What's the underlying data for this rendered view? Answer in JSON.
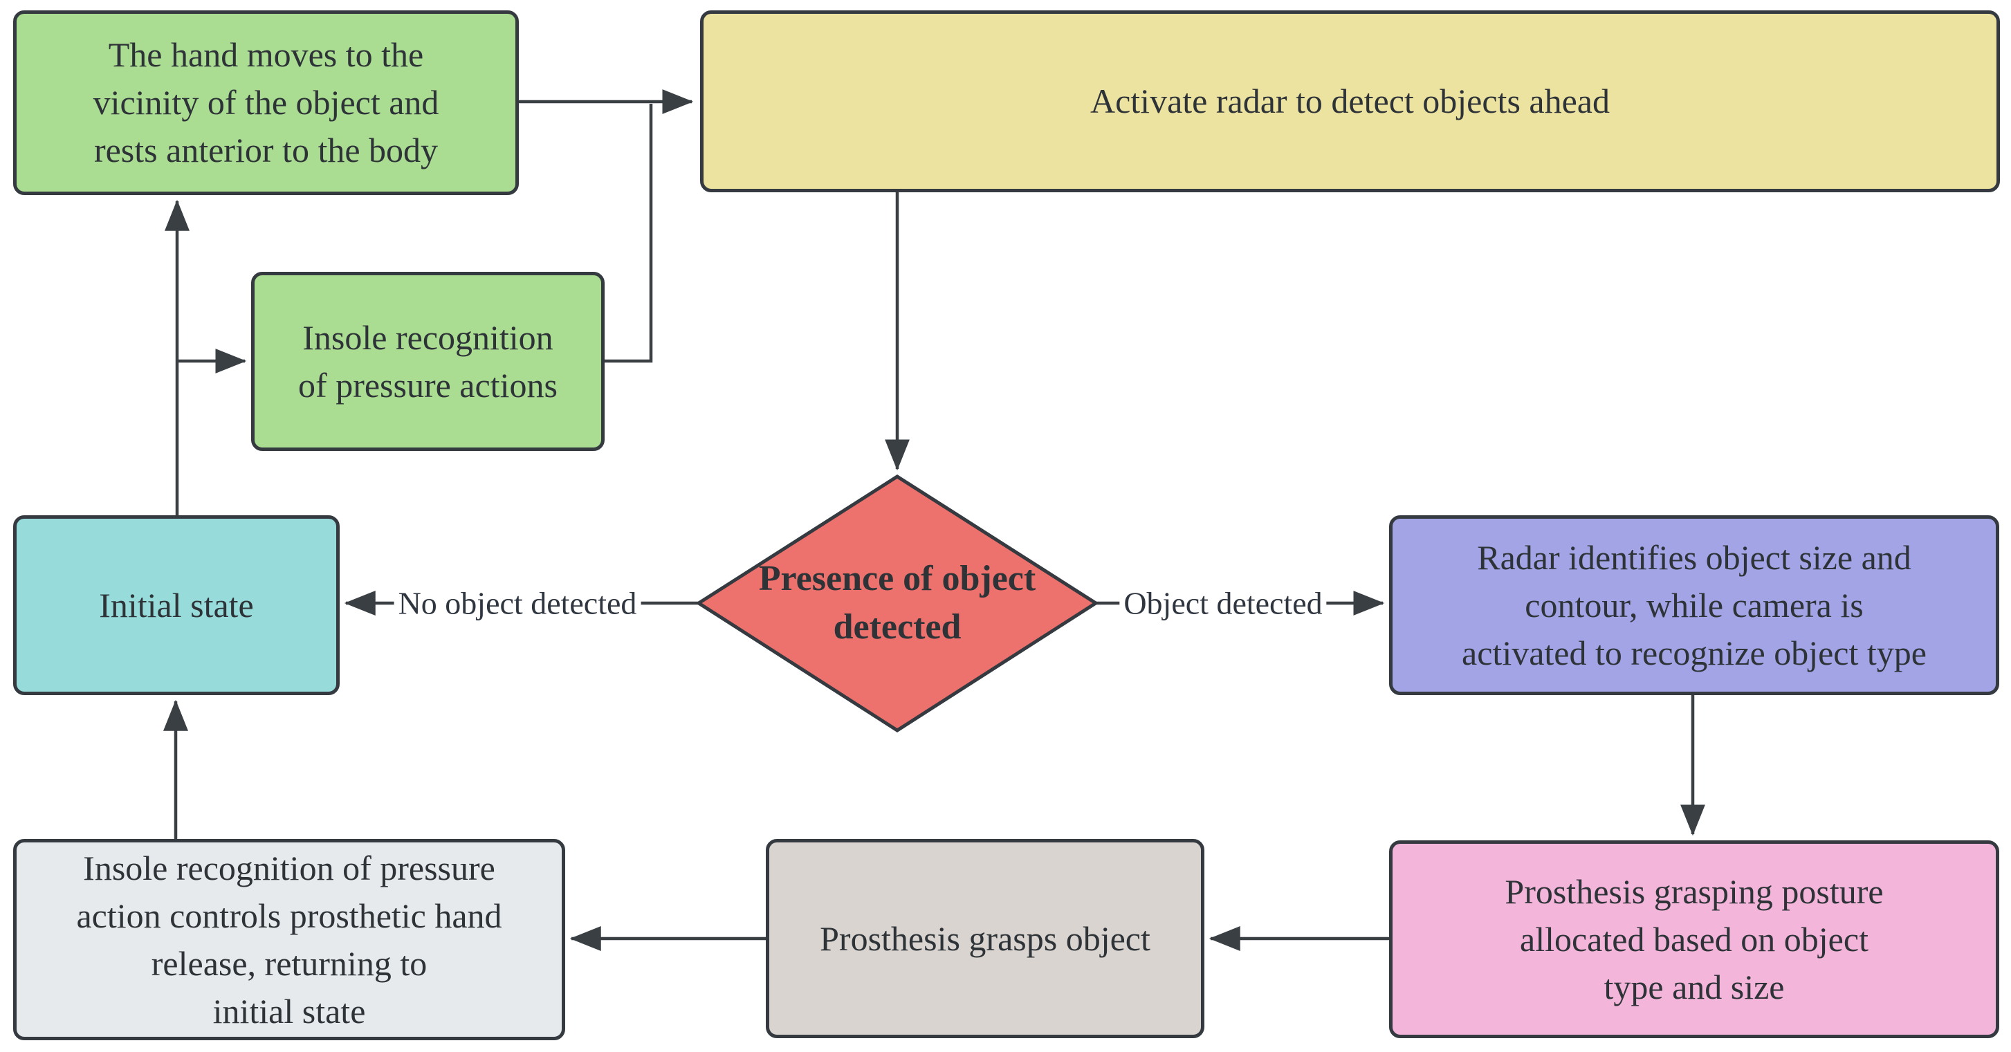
{
  "title": "Prosthetic hand radar grasping control flowchart",
  "nodes": {
    "hand": {
      "label": "The hand moves to the\nvicinity of the object and\nrests anterior to the body",
      "shape": "rounded-rect",
      "fill": "#aadc92"
    },
    "radar": {
      "label": "Activate radar to detect objects ahead",
      "shape": "rounded-rect",
      "fill": "#ede3a1"
    },
    "insole": {
      "label": "Insole recognition\nof pressure actions",
      "shape": "rounded-rect",
      "fill": "#aadc92"
    },
    "initial": {
      "label": "Initial state",
      "shape": "rounded-rect",
      "fill": "#97dcdb"
    },
    "presence": {
      "label": "Presence of\nobject detected",
      "shape": "diamond",
      "fill": "#ed716c",
      "bold": true
    },
    "radar_id": {
      "label": "Radar identifies object size and\ncontour, while camera is\nactivated to recognize object type",
      "shape": "rounded-rect",
      "fill": "#a2a4e6"
    },
    "posture": {
      "label": "Prosthesis grasping posture\nallocated based on object\ntype and size",
      "shape": "rounded-rect",
      "fill": "#f4b5da"
    },
    "grasp": {
      "label": "Prosthesis grasps object",
      "shape": "rounded-rect",
      "fill": "#d9d4cf"
    },
    "release": {
      "label": "Insole recognition of pressure\naction controls prosthetic hand\nrelease, returning to\ninitial state",
      "shape": "rounded-rect",
      "fill": "#e6eaed"
    }
  },
  "edges": [
    {
      "from": "hand",
      "to": "radar",
      "label": ""
    },
    {
      "from": "insole",
      "to": "radar",
      "label": ""
    },
    {
      "from": "radar",
      "to": "presence",
      "label": ""
    },
    {
      "from": "presence",
      "to": "initial",
      "label": "No object detected"
    },
    {
      "from": "presence",
      "to": "radar_id",
      "label": "Object detected"
    },
    {
      "from": "radar_id",
      "to": "posture",
      "label": ""
    },
    {
      "from": "posture",
      "to": "grasp",
      "label": ""
    },
    {
      "from": "grasp",
      "to": "release",
      "label": ""
    },
    {
      "from": "release",
      "to": "initial",
      "label": ""
    },
    {
      "from": "initial",
      "to": "hand",
      "label": ""
    },
    {
      "from": "initial",
      "to": "insole",
      "label": ""
    }
  ],
  "palette": {
    "green": "#aadc92",
    "yellow": "#ede3a1",
    "red": "#ed716c",
    "cyan": "#97dcdb",
    "purple": "#a2a4e6",
    "pink": "#f4b5da",
    "gray": "#d9d4cf",
    "light_gray": "#e6eaed",
    "border": "#343a40",
    "arrow": "#3a3f44",
    "text": "#2e3338",
    "background": "#ffffff"
  }
}
